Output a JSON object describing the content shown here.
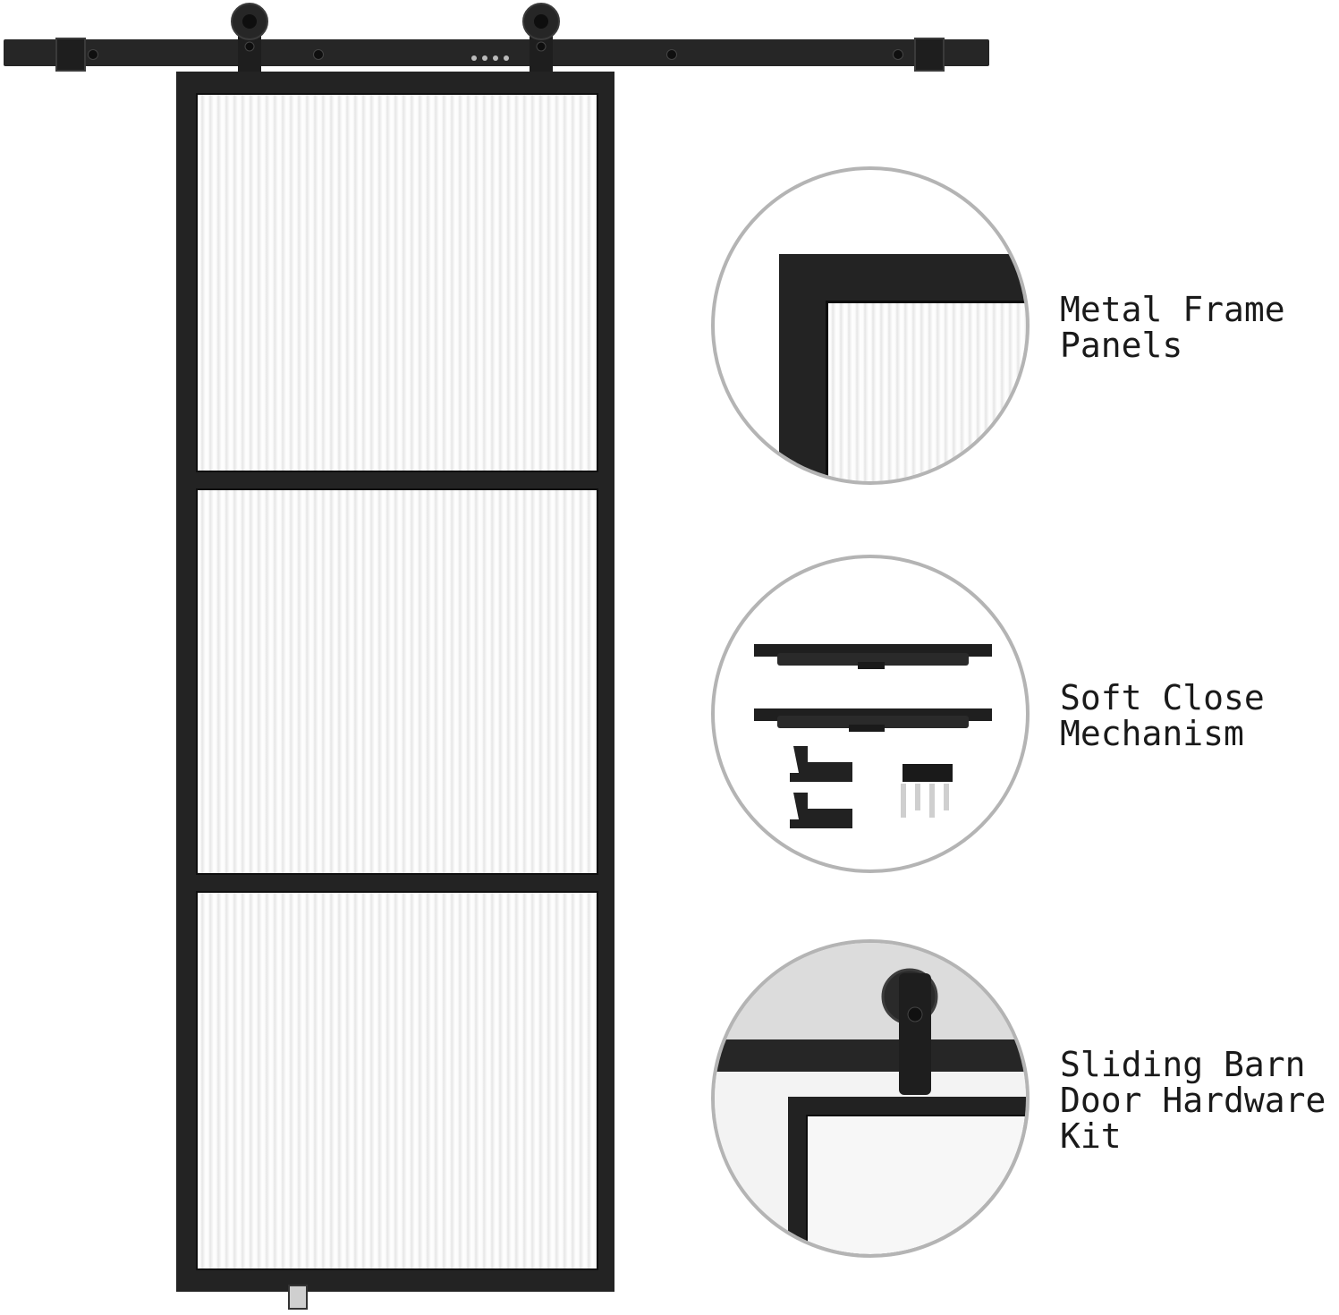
{
  "features": [
    {
      "id": "metal-frame",
      "label": "Metal Frame\nPanels"
    },
    {
      "id": "soft-close",
      "label": "Soft Close\nMechanism"
    },
    {
      "id": "hardware-kit",
      "label": "Sliding Barn\nDoor Hardware\nKit"
    }
  ],
  "colors": {
    "frame": "#1f1f1f",
    "glass": "#f6f6f6",
    "circle_border": "#b4b4b4",
    "text": "#1a1a1a"
  },
  "door": {
    "panel_count": 3,
    "glass_type": "fluted"
  }
}
